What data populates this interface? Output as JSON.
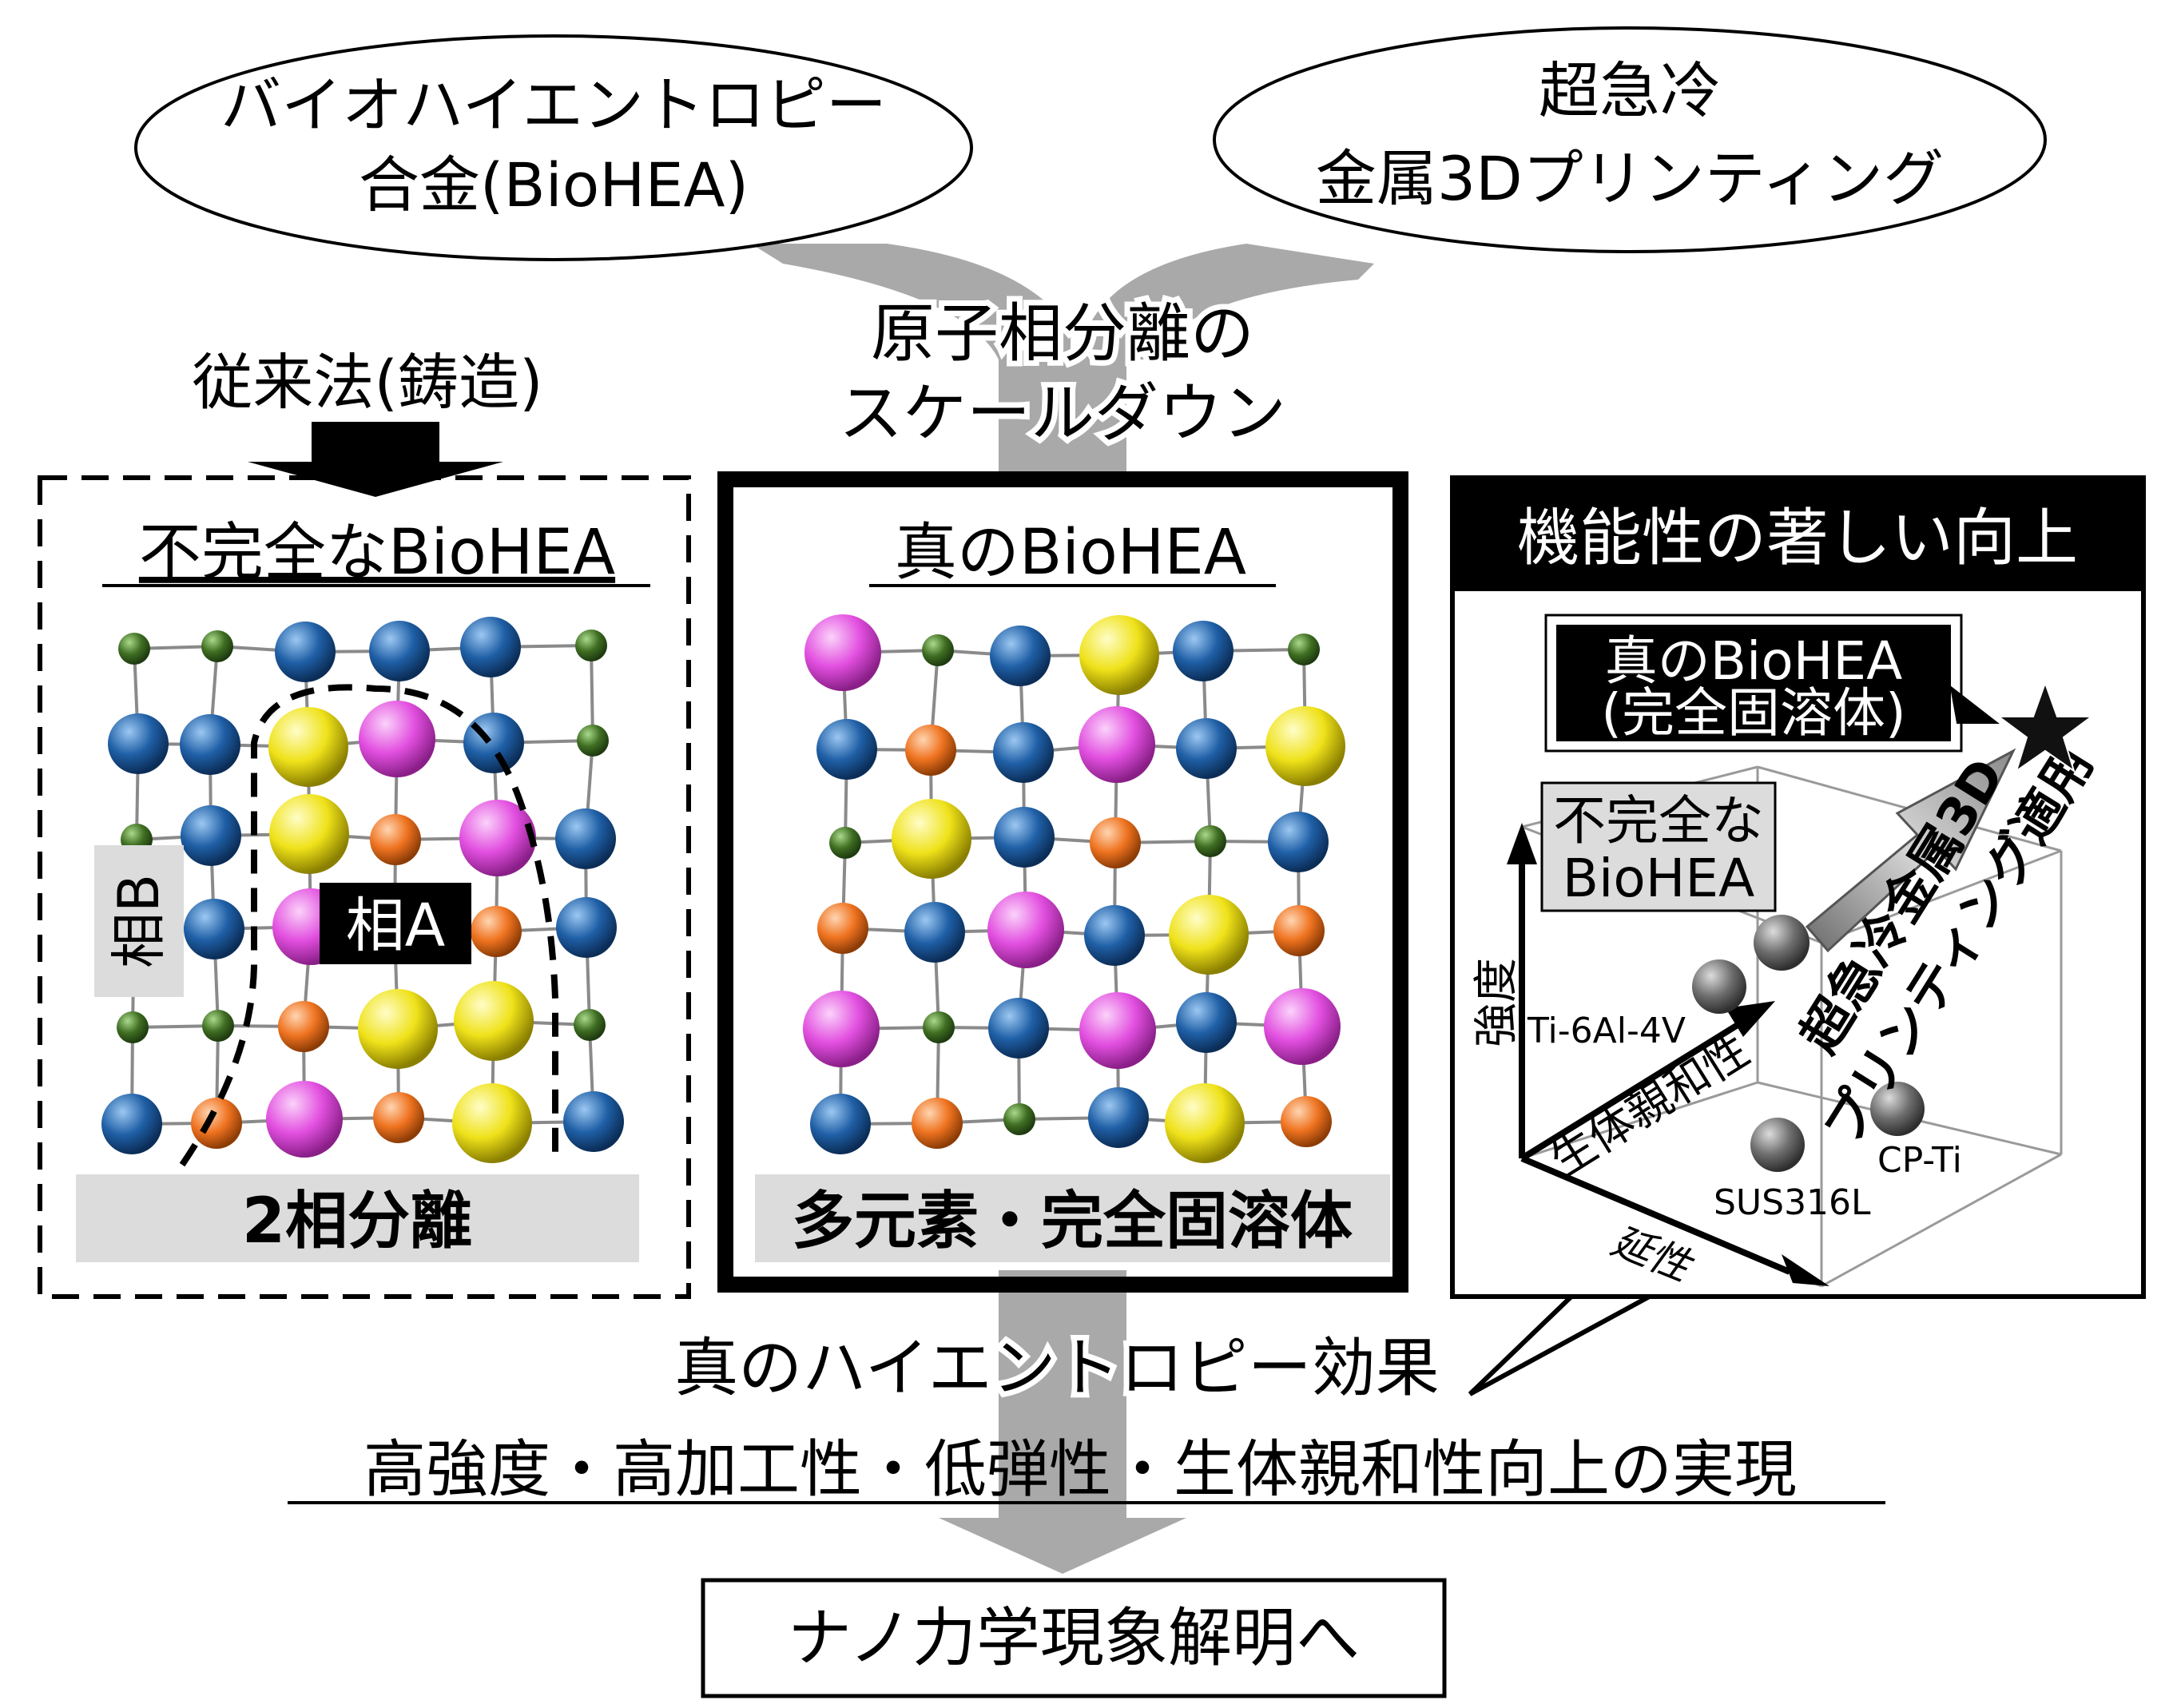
{
  "colors": {
    "arrow_gray": "#a9a9a9",
    "label_bg": "#dcdcdc",
    "atom_green": "#3f6e22",
    "atom_blue": "#1f5fa6",
    "atom_yellow": "#efe21a",
    "atom_magenta": "#e24fe0",
    "atom_orange": "#ef7320",
    "dark_sphere": "#5a5a5a"
  },
  "top": {
    "biohea_line1": "バイオハイエントロピー",
    "biohea_line2": "合金(BioHEA)",
    "rapid_line1": "超急冷",
    "rapid_line2": "金属3Dプリンティング",
    "scaledown_line1": "原子相分離の",
    "scaledown_line2": "スケールダウン",
    "conventional": "従来法(鋳造)"
  },
  "left_panel": {
    "title": "不完全なBioHEA",
    "phase_a": "相A",
    "phase_b": "相B",
    "footer": "2相分離"
  },
  "center_panel": {
    "title": "真のBioHEA",
    "footer": "多元素・完全固溶体"
  },
  "right_panel": {
    "header": "機能性の著しい向上",
    "callout_line1": "真のBioHEA",
    "callout_line2": "(完全固溶体)",
    "incomplete_line1": "不完全な",
    "incomplete_line2": "BioHEA",
    "arrow_line1": "超急冷金属3D",
    "arrow_line2": "プリンティング適用",
    "axis_strength": "強度",
    "axis_biocompat": "生体親和性",
    "axis_ductility": "延性",
    "mat_ti64": "Ti-6Al-4V",
    "mat_cpti": "CP-Ti",
    "mat_sus": "SUS316L",
    "star_icon": "star-icon"
  },
  "bottom": {
    "effect": "真のハイエントロピー効果",
    "realization": "高強度・高加工性・低弾性・生体親和性向上の実現",
    "final": "ナノ力学現象解明へ"
  }
}
